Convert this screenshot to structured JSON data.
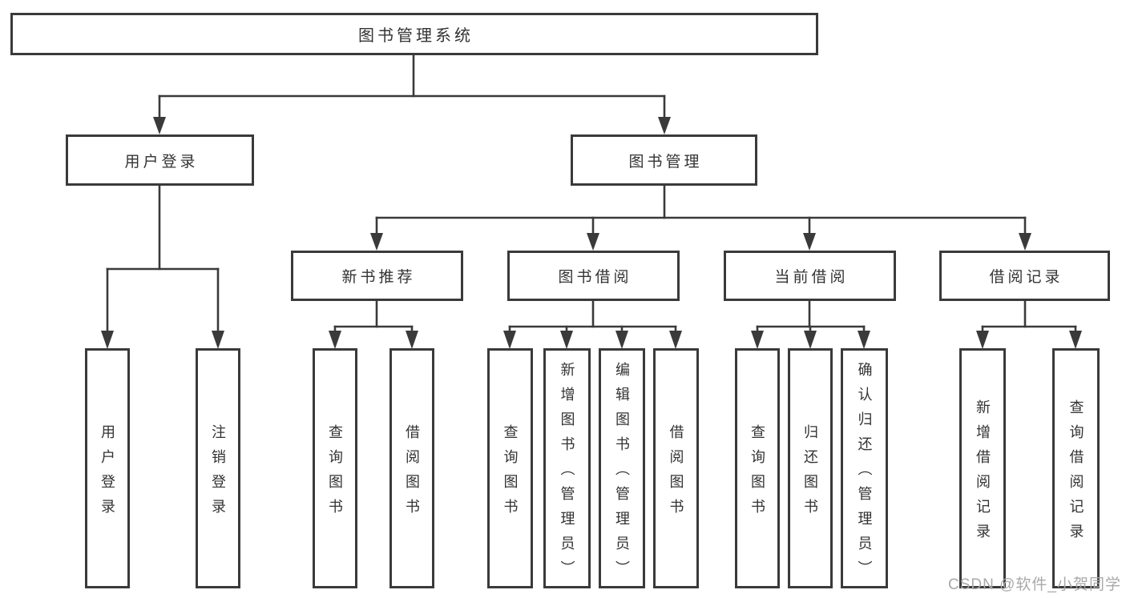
{
  "diagram": {
    "root": {
      "label": "图书管理系统",
      "children": [
        {
          "label": "用户登录",
          "children": [
            {
              "label": "用户登录"
            },
            {
              "label": "注销登录"
            }
          ]
        },
        {
          "label": "图书管理",
          "children": [
            {
              "label": "新书推荐",
              "children": [
                {
                  "label": "查询图书"
                },
                {
                  "label": "借阅图书"
                }
              ]
            },
            {
              "label": "图书借阅",
              "children": [
                {
                  "label": "查询图书"
                },
                {
                  "label": "新增图书（管理员）"
                },
                {
                  "label": "编辑图书（管理员）"
                },
                {
                  "label": "借阅图书"
                }
              ]
            },
            {
              "label": "当前借阅",
              "children": [
                {
                  "label": "查询图书"
                },
                {
                  "label": "归还图书"
                },
                {
                  "label": "确认归还（管理员）"
                }
              ]
            },
            {
              "label": "借阅记录",
              "children": [
                {
                  "label": "新增借阅记录"
                },
                {
                  "label": "查询借阅记录"
                }
              ]
            }
          ]
        }
      ]
    }
  },
  "watermark": {
    "text": "CSDN @软件_小贺同学"
  },
  "colors": {
    "line": "#3a3a3a",
    "text": "#333333",
    "background": "#ffffff",
    "watermark": "#a9a9a9"
  }
}
